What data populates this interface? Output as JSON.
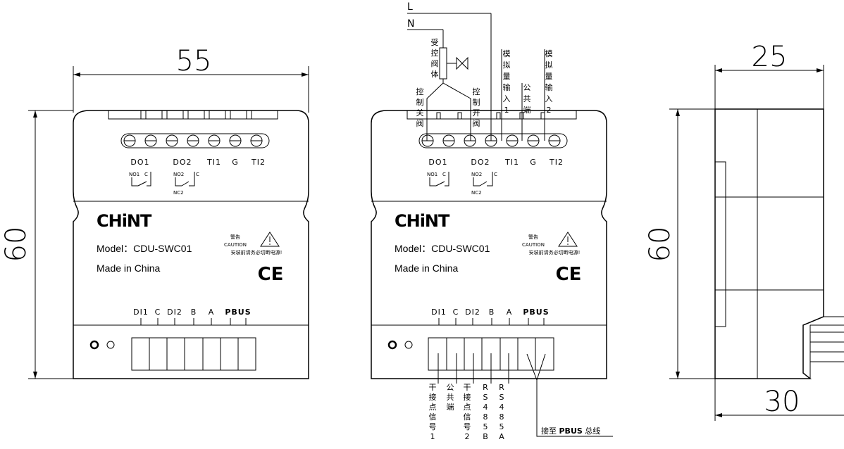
{
  "dimensions": {
    "front_width": "55",
    "front_height": "60",
    "side_height": "60",
    "side_depth_top": "25",
    "side_depth_bottom": "30"
  },
  "supply": {
    "line": "L",
    "neutral": "N"
  },
  "valve_label": [
    "受",
    "控",
    "阀",
    "体"
  ],
  "wiring_labels": {
    "close_valve": [
      "控",
      "制",
      "关",
      "阀"
    ],
    "open_valve": [
      "控",
      "制",
      "开",
      "阀"
    ],
    "analog_input_1": [
      "模",
      "拟",
      "量",
      "输",
      "入",
      "1"
    ],
    "common": [
      "公",
      "共",
      "端"
    ],
    "analog_input_2": [
      "模",
      "拟",
      "量",
      "输",
      "入",
      "2"
    ]
  },
  "top_terminals": [
    "DO1",
    "DO2",
    "TI1",
    "G",
    "TI2"
  ],
  "relay_contacts": {
    "no1": "NO1",
    "c1": "C",
    "nc1": "",
    "no2": "NO2",
    "c2": "C",
    "nc2": "NC2"
  },
  "device": {
    "brand": "CHiNT",
    "model": "Model：CDU-SWC01",
    "origin": "Made in China",
    "warning_cn": "警告",
    "warning_en": "CAUTION",
    "warning_text": "安装前请务必切断电源!",
    "cert_mark": "CE"
  },
  "bottom_terminals": [
    "DI1",
    "C",
    "DI2",
    "B",
    "A",
    "PBUS"
  ],
  "bottom_wiring_labels": {
    "dry_contact_1": [
      "干",
      "接",
      "点",
      "信",
      "号",
      "1"
    ],
    "common": [
      "公",
      "共",
      "端"
    ],
    "dry_contact_2": [
      "干",
      "接",
      "点",
      "信",
      "号",
      "2"
    ],
    "rs485_b": [
      "R",
      "S",
      "4",
      "8",
      "5",
      "B"
    ],
    "rs485_a": [
      "R",
      "S",
      "4",
      "8",
      "5",
      "A"
    ],
    "pbus_prefix": "接至 ",
    "pbus_bold": "PBUS",
    "pbus_suffix": " 总线"
  }
}
